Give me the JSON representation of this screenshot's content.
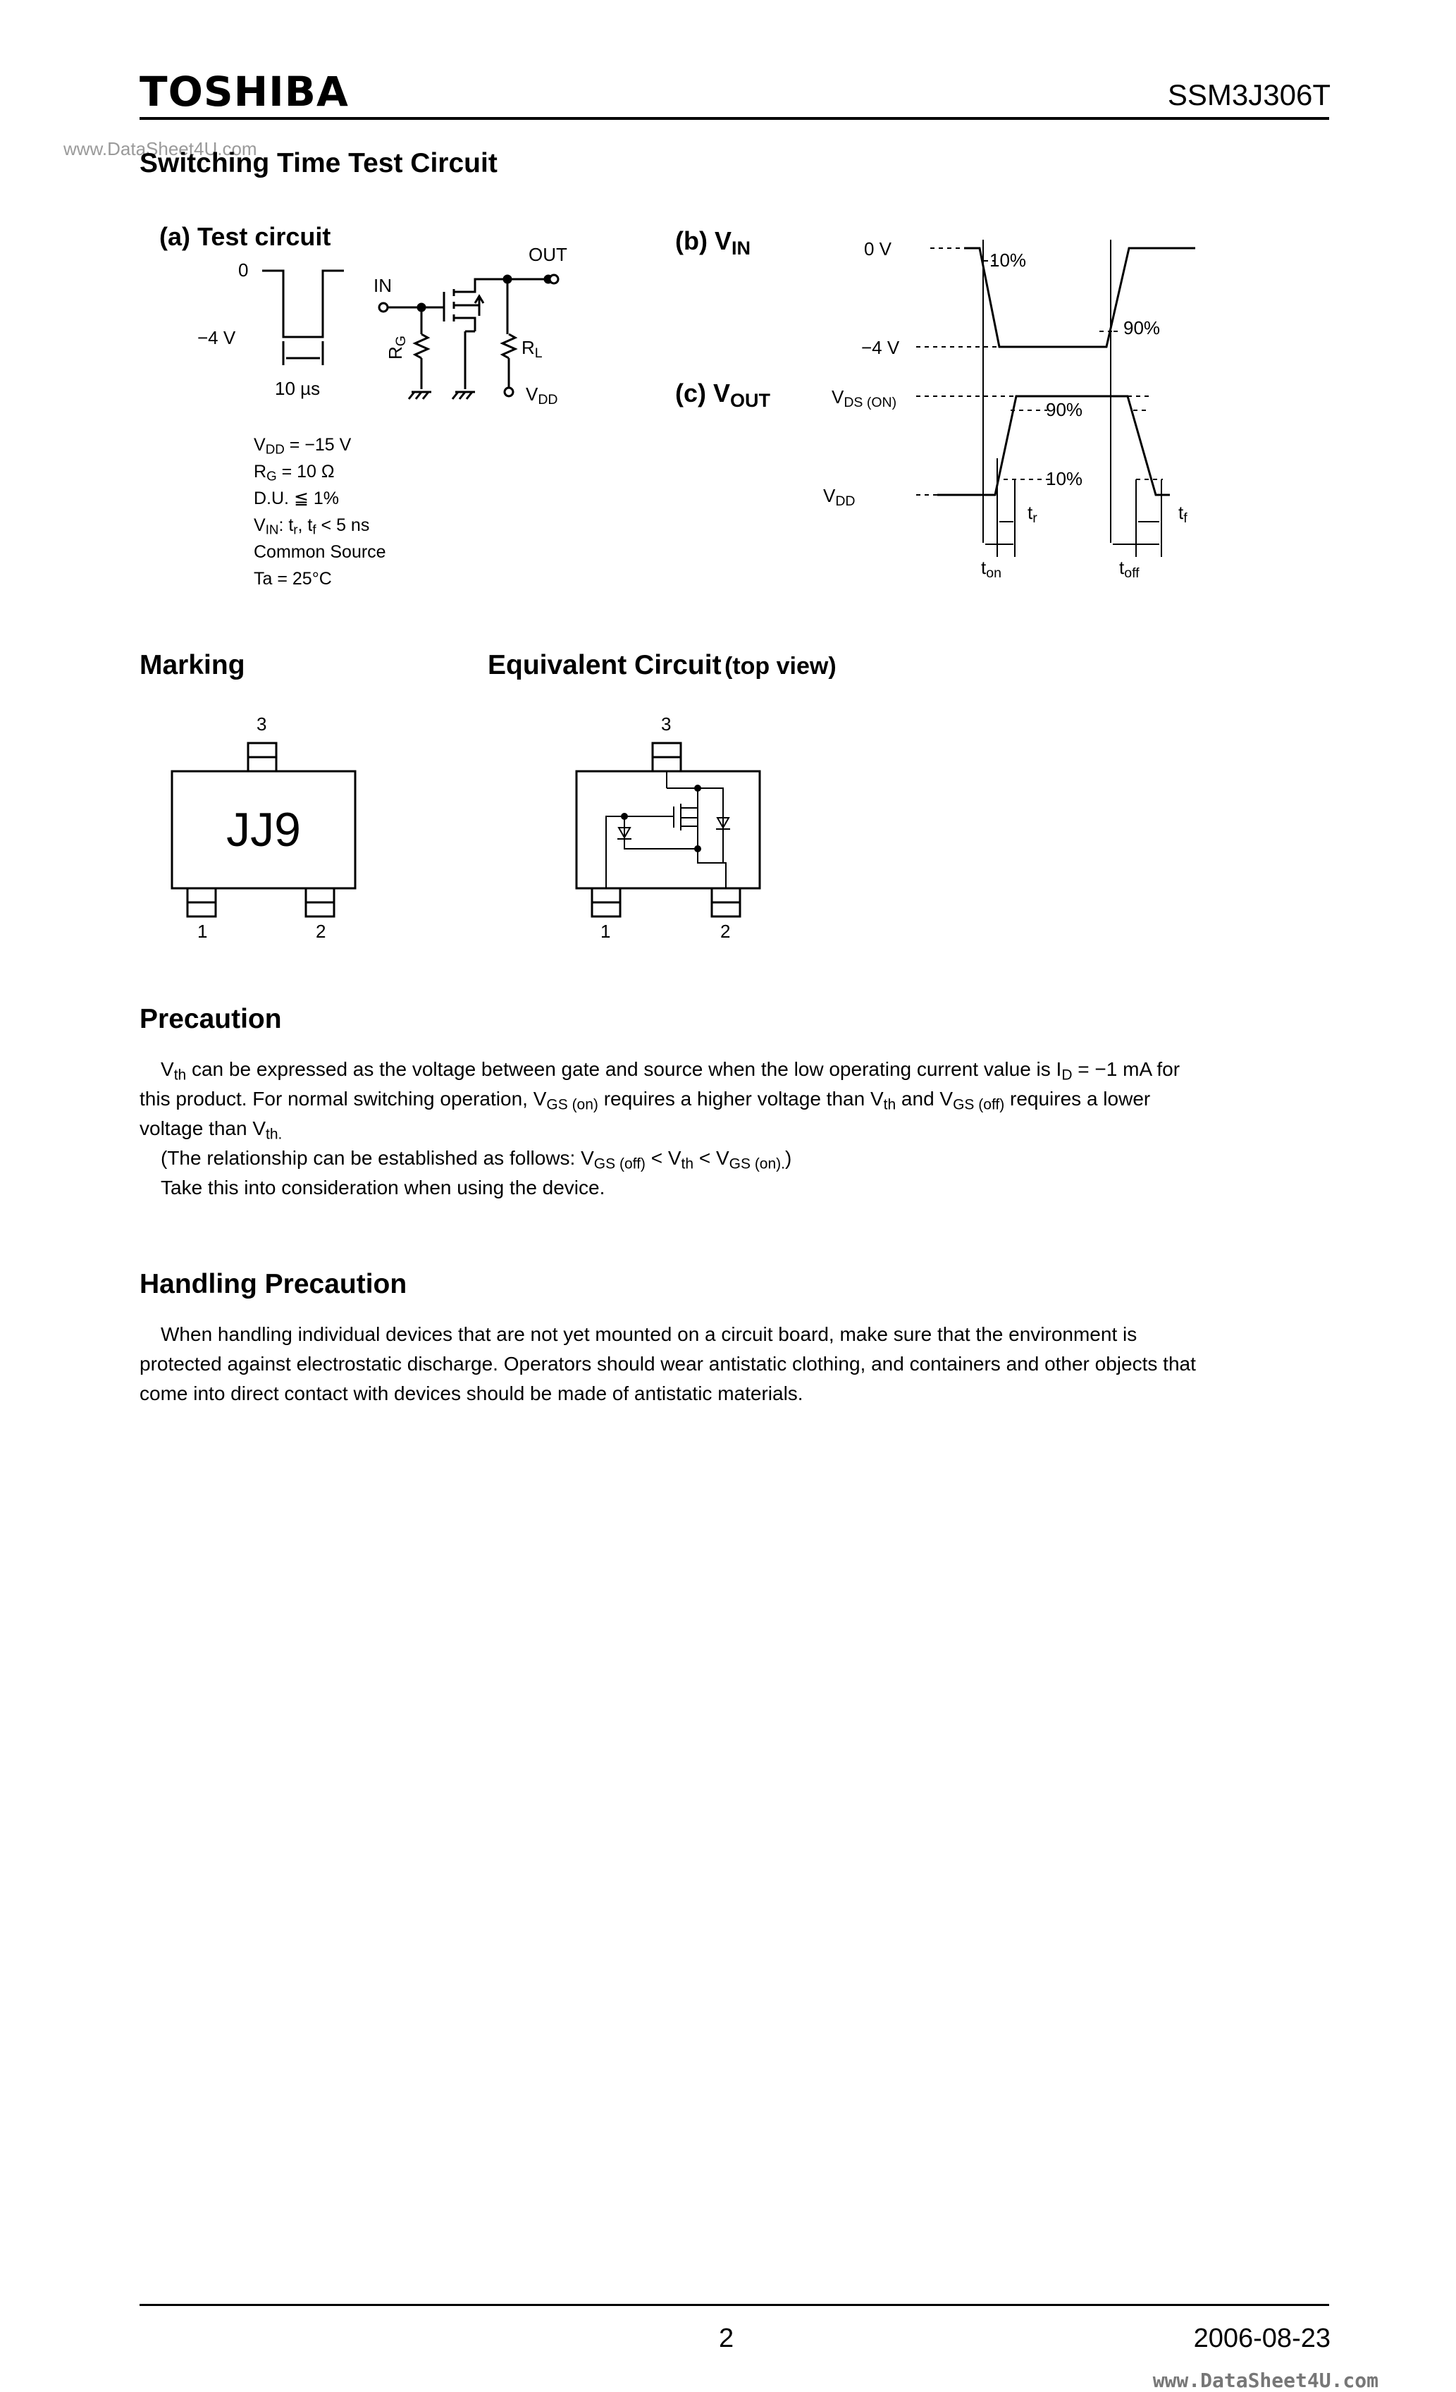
{
  "header": {
    "brand": "TOSHIBA",
    "part_number": "SSM3J306T",
    "watermark": "www.DataSheet4U.com"
  },
  "switching": {
    "title": "Switching Time Test Circuit",
    "a_title": "(a) Test circuit",
    "b_title": "(b) V",
    "b_sub": "IN",
    "c_title": "(c) V",
    "c_sub": "OUT",
    "circuit_labels": {
      "zero": "0",
      "neg4": "−4 V",
      "pulse": "10 µs",
      "in": "IN",
      "out": "OUT",
      "rg": "R",
      "rg_sub": "G",
      "rl": "R",
      "rl_sub": "L",
      "vdd": "V",
      "vdd_sub": "DD"
    },
    "params": {
      "vdd_a": "V",
      "vdd_b": "DD",
      "vdd_c": " = −15 V",
      "rg_a": "R",
      "rg_b": "G",
      "rg_c": " = 10 Ω",
      "du": "D.U. ≦ 1%",
      "vin_a": "V",
      "vin_b": "IN",
      "vin_c": ": t",
      "vin_d": "r",
      "vin_e": ", t",
      "vin_f": "f",
      "vin_g": " < 5 ns",
      "common": "Common Source",
      "ta": "Ta = 25°C"
    },
    "wave_labels": {
      "zero_v": "0 V",
      "neg4_v": "−4 V",
      "p10_in": "10%",
      "p90_in": "90%",
      "vds_on": "V",
      "vds_on_sub": "DS (ON)",
      "p90_out": "90%",
      "p10_out": "10%",
      "vdd": "V",
      "vdd_sub": "DD",
      "tr": "t",
      "tr_sub": "r",
      "tf": "t",
      "tf_sub": "f",
      "ton": "t",
      "ton_sub": "on",
      "toff": "t",
      "toff_sub": "off"
    }
  },
  "marking": {
    "title": "Marking",
    "code": "JJ9",
    "pin1": "1",
    "pin2": "2",
    "pin3": "3"
  },
  "equivalent": {
    "title": "Equivalent Circuit",
    "title_note": "(top view)",
    "pin1": "1",
    "pin2": "2",
    "pin3": "3"
  },
  "precaution": {
    "title": "Precaution",
    "l1_a": "V",
    "l1_b": "th",
    "l1_c": " can be expressed as the voltage between gate and source when the low operating current value is I",
    "l1_d": "D",
    "l1_e": " = −1 mA for",
    "l2_a": "this product. For normal switching operation, V",
    "l2_b": "GS (on)",
    "l2_c": " requires a higher voltage than V",
    "l2_d": "th",
    "l2_e": " and V",
    "l2_f": "GS (off)",
    "l2_g": " requires a lower",
    "l3_a": "voltage than V",
    "l3_b": "th.",
    "l4_a": "(The relationship can be established as follows: V",
    "l4_b": "GS (off)",
    "l4_c": " < V",
    "l4_d": "th",
    "l4_e": " < V",
    "l4_f": "GS (on).",
    "l4_g": ")",
    "l5": "Take this into consideration when using the device."
  },
  "handling": {
    "title": "Handling Precaution",
    "l1": "When handling individual devices that are not yet mounted on a circuit board, make sure that the environment is",
    "l2": "protected against electrostatic discharge. Operators should wear antistatic clothing, and containers and other objects that",
    "l3": "come into direct contact with devices should be made of antistatic materials."
  },
  "footer": {
    "page": "2",
    "date": "2006-08-23",
    "watermark": "www.DataSheet4U.com"
  }
}
